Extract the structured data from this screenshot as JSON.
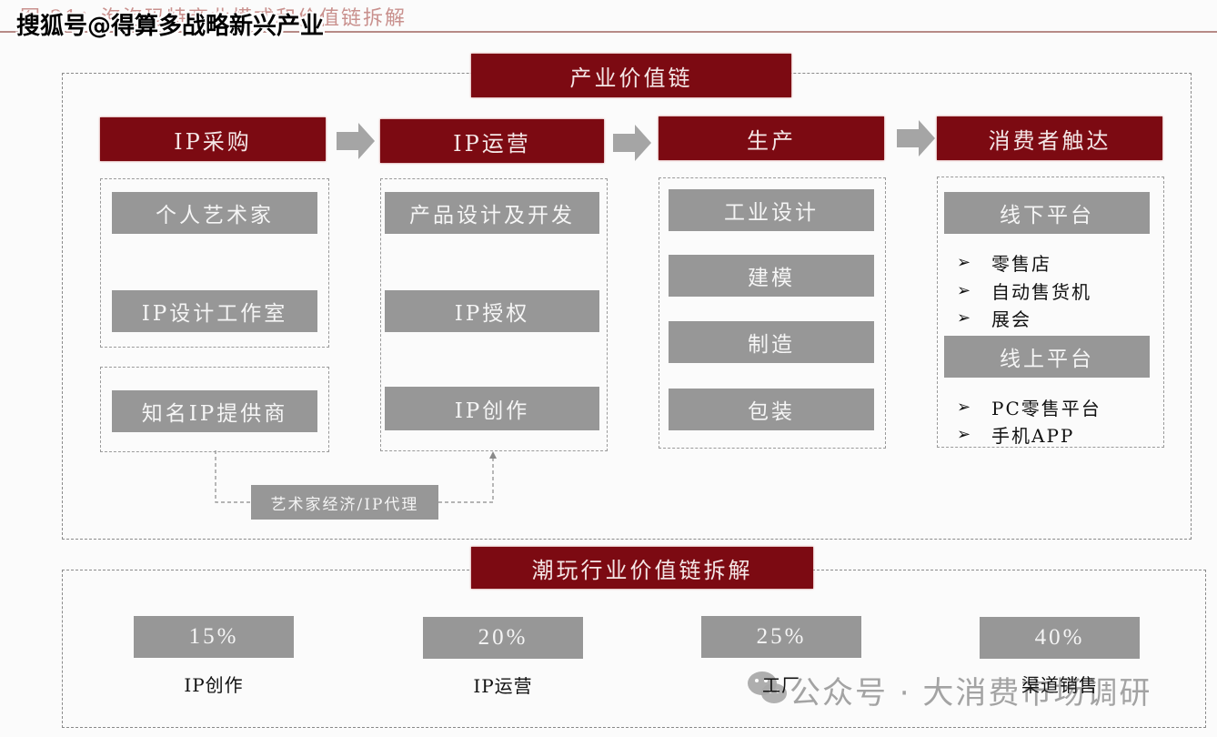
{
  "figure_title": "图 21：泡泡玛特商业模式和价值链拆解",
  "watermark_top": "搜狐号@得算多战略新兴产业",
  "value_chain": {
    "title": "产业价值链",
    "stages": [
      {
        "title": "IP采购",
        "groups": [
          [
            "个人艺术家",
            "IP设计工作室"
          ],
          [
            "知名IP提供商"
          ]
        ]
      },
      {
        "title": "IP运营",
        "items": [
          "产品设计及开发",
          "IP授权",
          "IP创作"
        ]
      },
      {
        "title": "生产",
        "items": [
          "工业设计",
          "建模",
          "制造",
          "包装"
        ]
      },
      {
        "title": "消费者触达",
        "sections": [
          {
            "title": "线下平台",
            "bullets": [
              "零售店",
              "自动售货机",
              "展会"
            ]
          },
          {
            "title": "线上平台",
            "bullets": [
              "PC零售平台",
              "手机APP"
            ]
          }
        ]
      }
    ],
    "connector_label": "艺术家经济/IP代理",
    "bullet_glyph": "➢"
  },
  "breakdown": {
    "title": "潮玩行业价值链拆解",
    "items": [
      {
        "value": "15%",
        "label": "IP创作"
      },
      {
        "value": "20%",
        "label": "IP运营"
      },
      {
        "value": "25%",
        "label": "工厂"
      },
      {
        "value": "40%",
        "label": "渠道销售"
      }
    ]
  },
  "watermark_bottom": "公众号 · 大消费市场调研",
  "colors": {
    "accent_red": "#7c0a12",
    "box_gray": "#979797",
    "arrow_gray": "#a5a5a5"
  }
}
